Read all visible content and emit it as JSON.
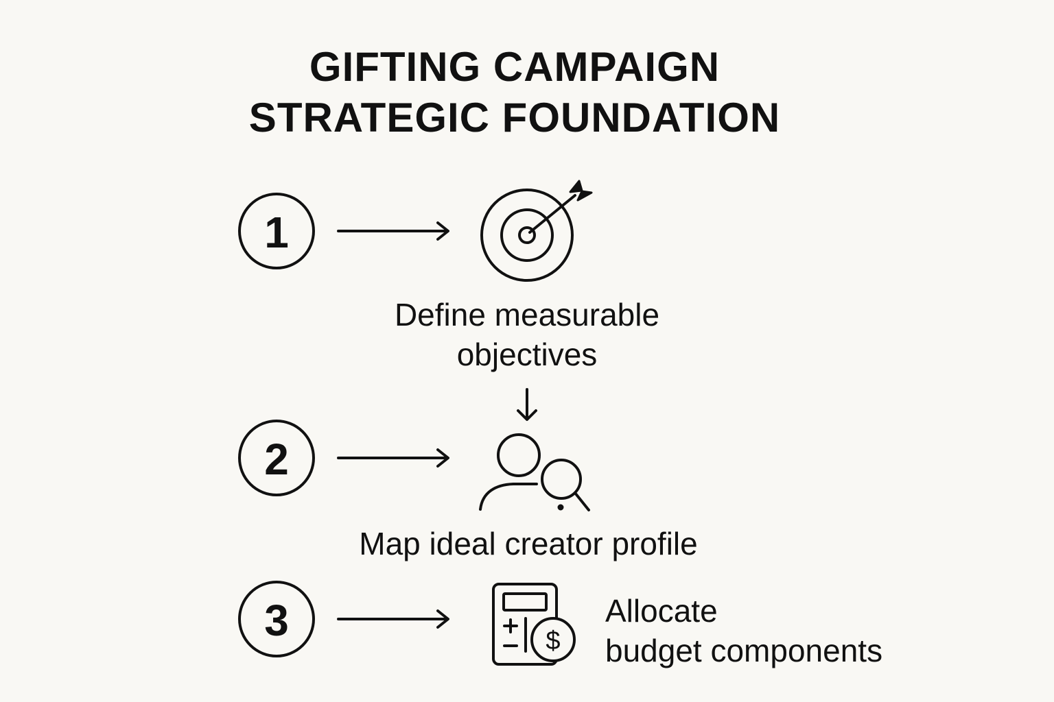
{
  "title": {
    "line1": "GIFTING CAMPAIGN",
    "line2": "STRATEGIC FOUNDATION"
  },
  "steps": [
    {
      "number": "1",
      "icon": "target-with-arrow-icon",
      "label_line1": "Define measurable",
      "label_line2": "objectives"
    },
    {
      "number": "2",
      "icon": "person-search-icon",
      "label_line1": "Map ideal creator profile"
    },
    {
      "number": "3",
      "icon": "budget-calculator-icon",
      "label_line1": "Allocate",
      "label_line2": "budget components"
    }
  ],
  "colors": {
    "background": "#f9f8f4",
    "ink": "#111111"
  }
}
